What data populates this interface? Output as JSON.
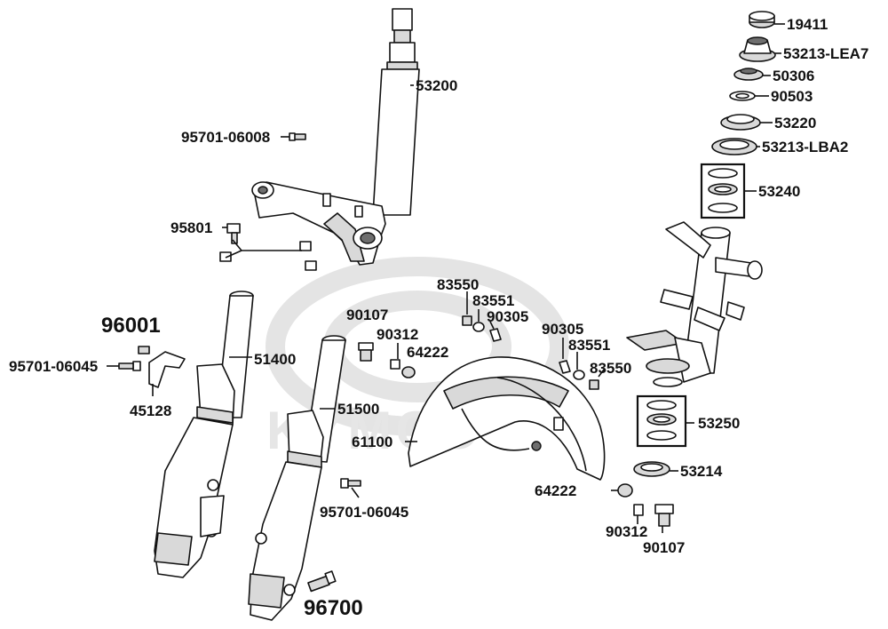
{
  "watermark": "KYMCO",
  "callouts": {
    "p19411": "19411",
    "p53213_lea7": "53213-LEA7",
    "p50306": "50306",
    "p90503": "90503",
    "p53220": "53220",
    "p53213_lba2": "53213-LBA2",
    "p53240": "53240",
    "p53200": "53200",
    "p95701_06008": "95701-06008",
    "p95801": "95801",
    "p96001": "96001",
    "p95701_06045_left": "95701-06045",
    "p45128": "45128",
    "p51400": "51400",
    "p51500": "51500",
    "p90107_left": "90107",
    "p90312_left": "90312",
    "p64222_left": "64222",
    "p83550_left": "83550",
    "p83551_left": "83551",
    "p90305_left": "90305",
    "p90305_right": "90305",
    "p83551_right": "83551",
    "p83550_right": "83550",
    "p61100": "61100",
    "p53250": "53250",
    "p53214": "53214",
    "p64222_right": "64222",
    "p90312_right": "90312",
    "p90107_right": "90107",
    "p95701_06045_mid": "95701-06045",
    "p96700": "96700"
  }
}
